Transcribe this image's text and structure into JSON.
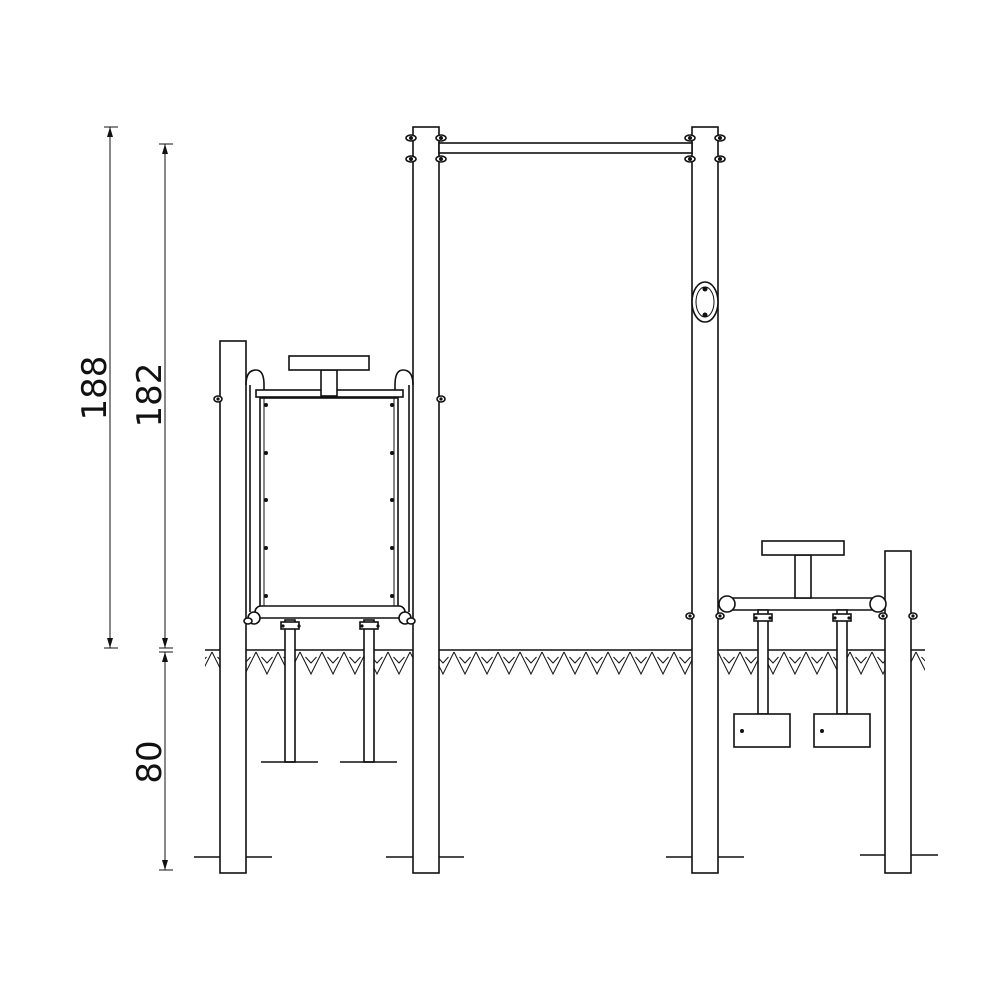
{
  "dimensions": {
    "total_height": "188",
    "bar_height": "182",
    "foundation_depth": "80"
  }
}
